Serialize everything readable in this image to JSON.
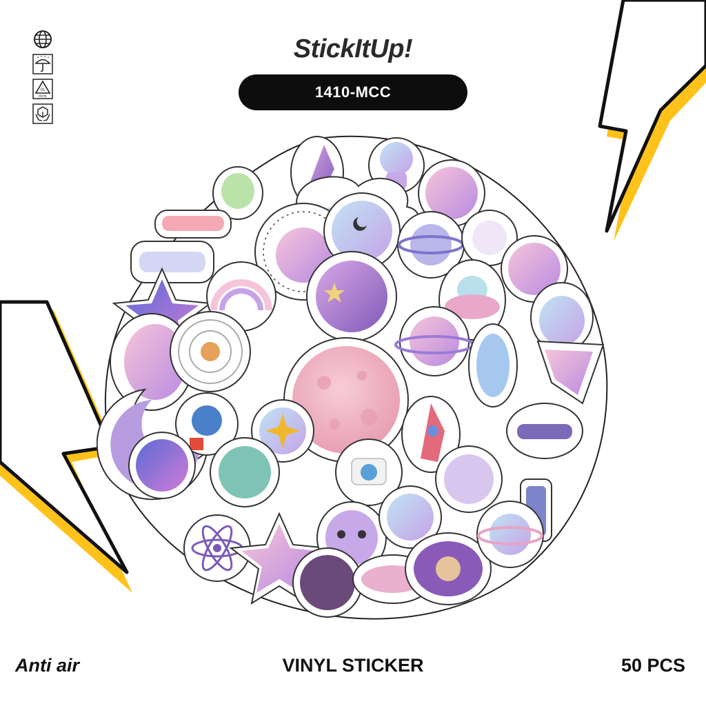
{
  "brand": "StickItUp!",
  "product_code": "1410-MCC",
  "footer": {
    "left": "Anti air",
    "center": "VINYL STICKER",
    "right": "50 PCS"
  },
  "side_icons": [
    "globe-icon",
    "umbrella-icon",
    "recycle-pete-icon",
    "package-hands-icon"
  ],
  "recycle_label": {
    "number": "01",
    "code": "PETE"
  },
  "colors": {
    "accent_yellow": "#ffc21a",
    "pill": "#0d0d0d",
    "moon_pink": "#f2b6c6",
    "lavender": "#c7a8e8"
  }
}
